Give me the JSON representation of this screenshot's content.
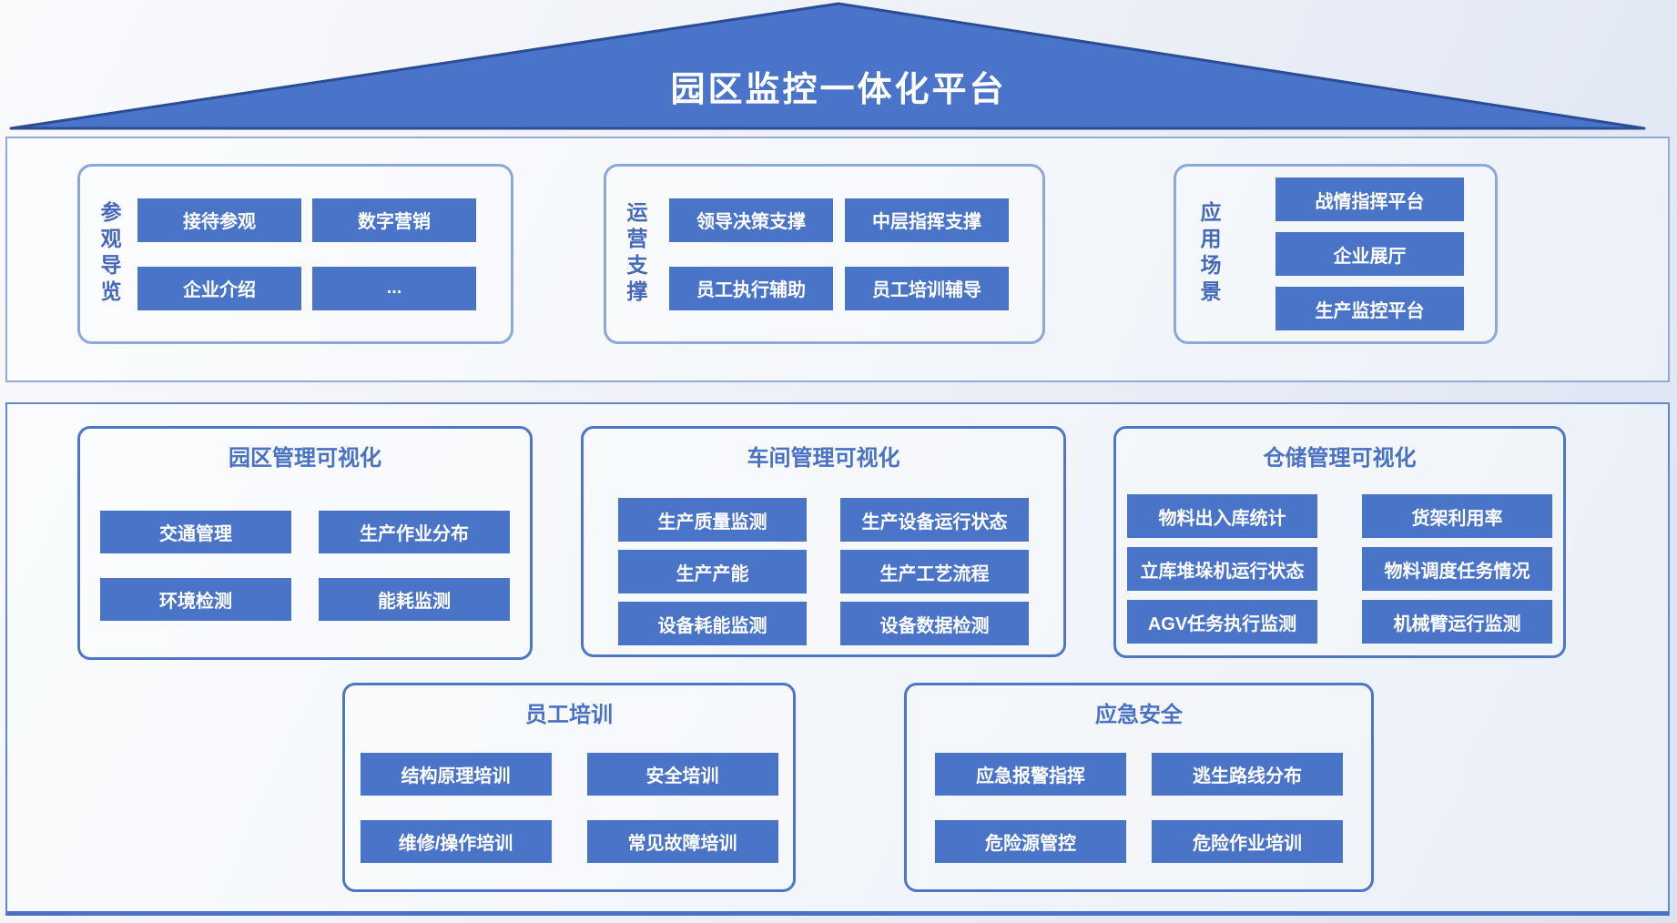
{
  "title": "园区监控一体化平台",
  "floor1": {
    "groups": [
      {
        "label": "参观导览",
        "items": [
          "接待参观",
          "数字营销",
          "企业介绍",
          "..."
        ]
      },
      {
        "label": "运营支撑",
        "items": [
          "领导决策支撑",
          "中层指挥支撑",
          "员工执行辅助",
          "员工培训辅导"
        ]
      },
      {
        "label": "应用场景",
        "items": [
          "战情指挥平台",
          "企业展厅",
          "生产监控平台"
        ]
      }
    ]
  },
  "floor2": {
    "groups": [
      {
        "title": "园区管理可视化",
        "items": [
          "交通管理",
          "生产作业分布",
          "环境检测",
          "能耗监测"
        ]
      },
      {
        "title": "车间管理可视化",
        "items": [
          "生产质量监测",
          "生产设备运行状态",
          "生产产能",
          "生产工艺流程",
          "设备耗能监测",
          "设备数据检测"
        ]
      },
      {
        "title": "仓储管理可视化",
        "items": [
          "物料出入库统计",
          "货架利用率",
          "立库堆垛机运行状态",
          "物料调度任务情况",
          "AGV任务执行监测",
          "机械臂运行监测"
        ]
      },
      {
        "title": "员工培训",
        "items": [
          "结构原理培训",
          "安全培训",
          "维修/操作培训",
          "常见故障培训"
        ]
      },
      {
        "title": "应急安全",
        "items": [
          "应急报警指挥",
          "逃生路线分布",
          "危险源管控",
          "危险作业培训"
        ]
      }
    ]
  },
  "colors": {
    "roof_fill": "#4a74c9",
    "roof_outline": "#2b4d94",
    "block_fill": "#4a74c7",
    "block_text": "#ffffff",
    "group_border_light": "#8ca7d8",
    "group_border_strong": "#4d77c6",
    "label_text": "#4569b8",
    "title_text": "#4a72c4"
  }
}
